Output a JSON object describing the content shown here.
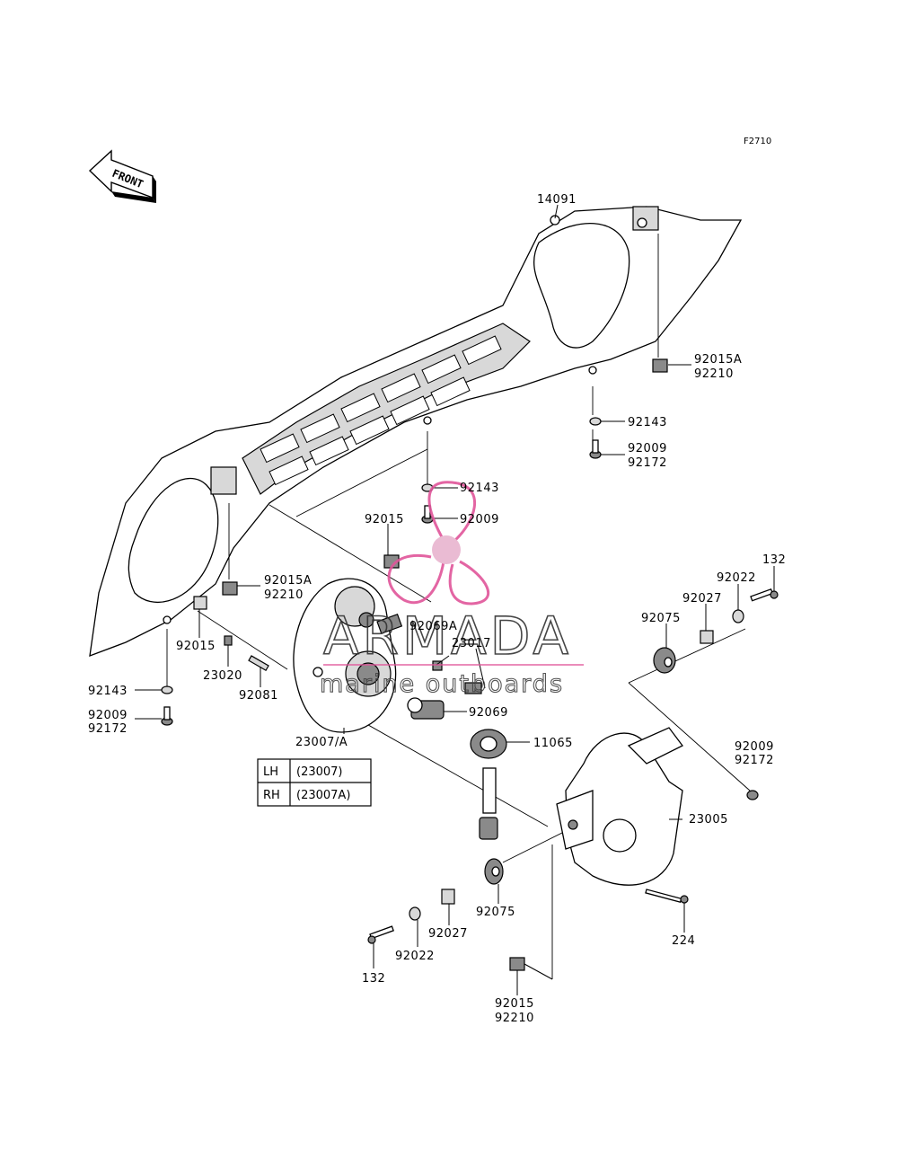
{
  "diagram": {
    "figure_code": "F2710",
    "front_label": "FRONT",
    "watermark": {
      "brand": "ARMADA",
      "tagline": "marine outboards",
      "accent": "#e0559a"
    },
    "parts": [
      {
        "id": "p14091",
        "number": "14091"
      },
      {
        "id": "p92015A_r",
        "number": "92015A"
      },
      {
        "id": "p92210_r",
        "number": "92210"
      },
      {
        "id": "p92143_r",
        "number": "92143"
      },
      {
        "id": "p92009_r",
        "number": "92009"
      },
      {
        "id": "p92172_r",
        "number": "92172"
      },
      {
        "id": "p92143_c",
        "number": "92143"
      },
      {
        "id": "p92009_c",
        "number": "92009"
      },
      {
        "id": "p92015_c",
        "number": "92015"
      },
      {
        "id": "p92015A_l",
        "number": "92015A"
      },
      {
        "id": "p92210_l",
        "number": "92210"
      },
      {
        "id": "p92069A",
        "number": "92069A"
      },
      {
        "id": "p23017",
        "number": "23017"
      },
      {
        "id": "p92015_l",
        "number": "92015"
      },
      {
        "id": "p23020",
        "number": "23020"
      },
      {
        "id": "p92081",
        "number": "92081"
      },
      {
        "id": "p92143_l",
        "number": "92143"
      },
      {
        "id": "p92009_l",
        "number": "92009"
      },
      {
        "id": "p92172_l",
        "number": "92172"
      },
      {
        "id": "p92069",
        "number": "92069"
      },
      {
        "id": "p11065",
        "number": "11065"
      },
      {
        "id": "p23007A",
        "number": "23007/A"
      },
      {
        "id": "p132_r",
        "number": "132"
      },
      {
        "id": "p92022_r",
        "number": "92022"
      },
      {
        "id": "p92027_r",
        "number": "92027"
      },
      {
        "id": "p92075_r",
        "number": "92075"
      },
      {
        "id": "p92009_r2",
        "number": "92009"
      },
      {
        "id": "p92172_r2",
        "number": "92172"
      },
      {
        "id": "p23005",
        "number": "23005"
      },
      {
        "id": "p92075_b",
        "number": "92075"
      },
      {
        "id": "p92027_b",
        "number": "92027"
      },
      {
        "id": "p92022_b",
        "number": "92022"
      },
      {
        "id": "p132_b",
        "number": "132"
      },
      {
        "id": "p224",
        "number": "224"
      },
      {
        "id": "p92015_b",
        "number": "92015"
      },
      {
        "id": "p92210_b",
        "number": "92210"
      }
    ],
    "side_table": [
      {
        "side": "LH",
        "part": "(23007)"
      },
      {
        "side": "RH",
        "part": "(23007A)"
      }
    ]
  }
}
